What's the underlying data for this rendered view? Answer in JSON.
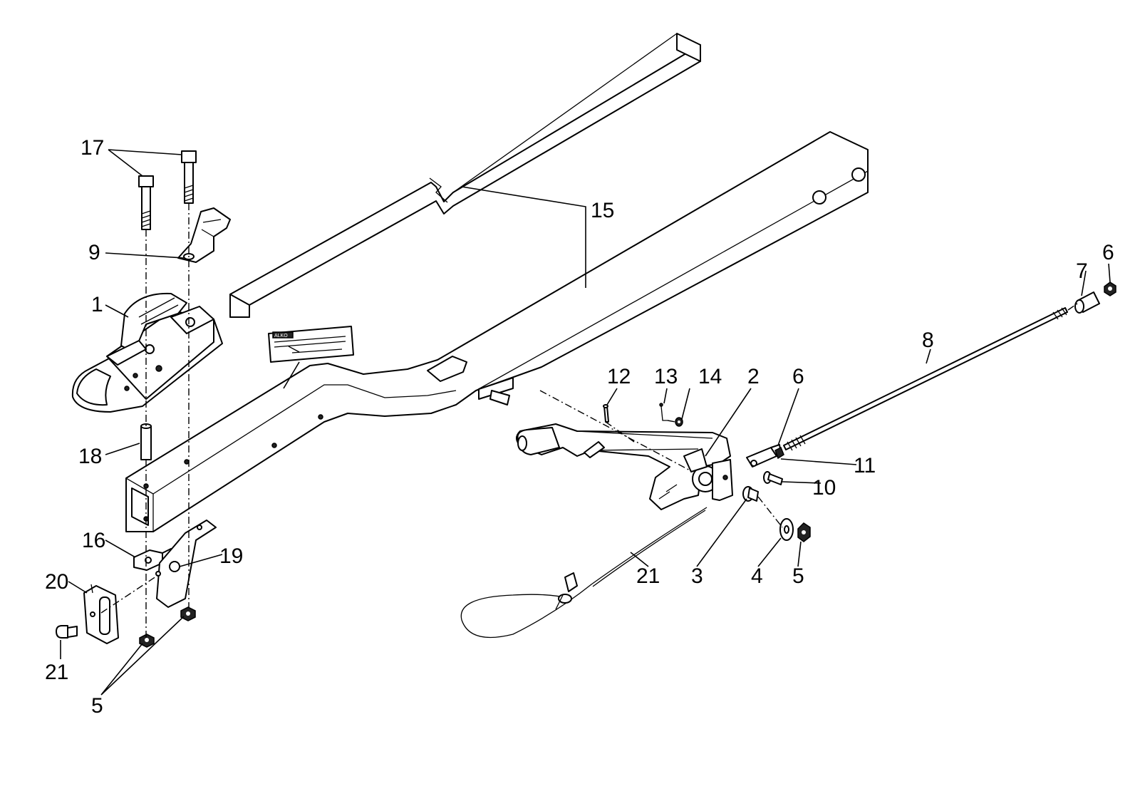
{
  "callouts": {
    "c17": "17",
    "c9": "9",
    "c1": "1",
    "c18": "18",
    "c16": "16",
    "c19": "19",
    "c20": "20",
    "c21a": "21",
    "c5a": "5",
    "c15": "15",
    "c12": "12",
    "c13": "13",
    "c14": "14",
    "c2": "2",
    "c6a": "6",
    "c7": "7",
    "c6b": "6",
    "c8": "8",
    "c11": "11",
    "c10": "10",
    "c21b": "21",
    "c3": "3",
    "c4": "4",
    "c5b": "5"
  },
  "label_plate": {
    "brand": "ALKO"
  }
}
